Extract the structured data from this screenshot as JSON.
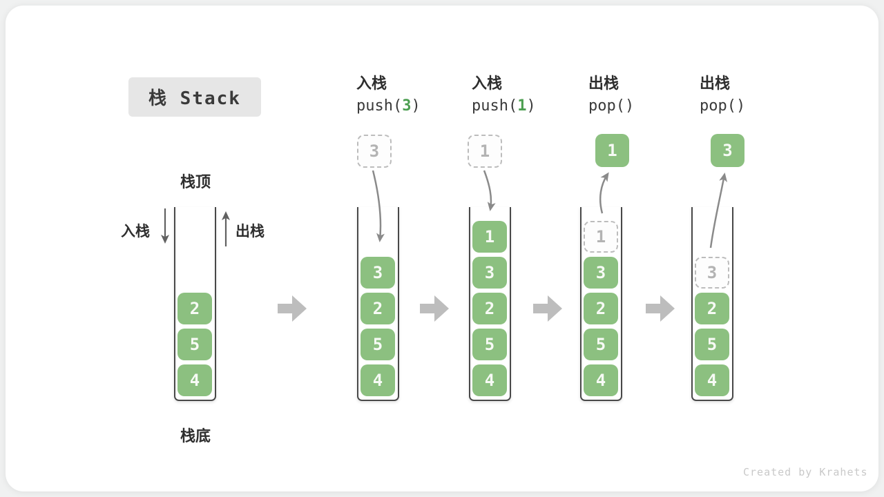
{
  "colors": {
    "page-bg": "#f0f1f1",
    "card-bg": "#ffffff",
    "title-bg": "#e6e6e6",
    "text-dark": "#3a3a3a",
    "box-green": "#8CC080",
    "code-green": "#4B9E50",
    "ghost-border": "#bcbcbc",
    "ghost-text": "#b3b3b3",
    "container-border": "#484848",
    "block-arrow": "#bdbdbd",
    "thin-arrow": "#8a8a8a",
    "watermark": "#c9c9c9"
  },
  "title": {
    "label": "栈 Stack"
  },
  "stack_labels": {
    "top": "栈顶",
    "bottom": "栈底",
    "push": "入栈",
    "pop": "出栈"
  },
  "stages": [
    {
      "boxes": [
        "2",
        "5",
        "4"
      ]
    },
    {
      "op": "入栈",
      "code_pre": "push(",
      "code_arg": "3",
      "code_post": ")",
      "floating": "3",
      "boxes": [
        "3",
        "2",
        "5",
        "4"
      ]
    },
    {
      "op": "入栈",
      "code_pre": "push(",
      "code_arg": "1",
      "code_post": ")",
      "floating": "1",
      "boxes": [
        "1",
        "3",
        "2",
        "5",
        "4"
      ]
    },
    {
      "op": "出栈",
      "code_pre": "pop(",
      "code_arg": "",
      "code_post": ")",
      "floating": "1",
      "ghost": "1",
      "boxes": [
        "3",
        "2",
        "5",
        "4"
      ]
    },
    {
      "op": "出栈",
      "code_pre": "pop(",
      "code_arg": "",
      "code_post": ")",
      "floating": "3",
      "ghost": "3",
      "boxes": [
        "2",
        "5",
        "4"
      ]
    }
  ],
  "watermark": "Created by Krahets"
}
